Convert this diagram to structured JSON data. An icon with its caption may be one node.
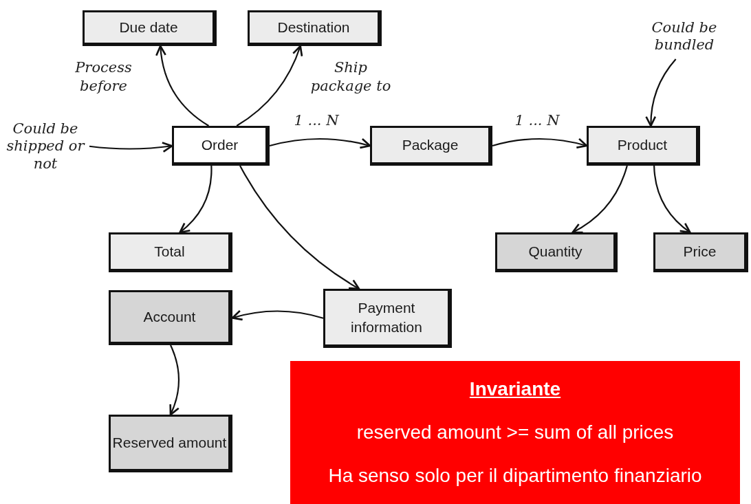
{
  "diagram": {
    "nodes": [
      {
        "text": [
          "Due date"
        ]
      },
      {
        "text": [
          "Destination"
        ]
      },
      {
        "text": [
          "Order"
        ]
      },
      {
        "text": [
          "Package"
        ]
      },
      {
        "text": [
          "Product"
        ]
      },
      {
        "text": [
          "Total"
        ]
      },
      {
        "text": [
          "Quantity"
        ]
      },
      {
        "text": [
          "Price"
        ]
      },
      {
        "text": [
          "Account"
        ]
      },
      {
        "text": [
          "Payment information"
        ]
      },
      {
        "text": [
          "Reserved amount"
        ]
      },
      {
        "text": [
          "Invariante",
          "reserved amount >= sum of all prices",
          "Ha senso solo per il dipartimento finanziario"
        ]
      },
      {
        "text": [
          "Could be shipped or not"
        ]
      },
      {
        "text": [
          "Could be bundled"
        ]
      }
    ],
    "edges": [
      {
        "from": 2,
        "to": 0,
        "arrow": "to",
        "label": "Process before"
      },
      {
        "from": 2,
        "to": 1,
        "arrow": "to",
        "label": "Ship package to"
      },
      {
        "from": 12,
        "to": 2,
        "arrow": "to"
      },
      {
        "from": 2,
        "to": 3,
        "arrow": "to",
        "label": "1 ... N"
      },
      {
        "from": 3,
        "to": 4,
        "arrow": "to",
        "label": "1 ... N"
      },
      {
        "from": 13,
        "to": 4,
        "arrow": "to"
      },
      {
        "from": 2,
        "to": 5,
        "arrow": "to"
      },
      {
        "from": 2,
        "to": 9,
        "arrow": "to"
      },
      {
        "from": 4,
        "to": 6,
        "arrow": "to"
      },
      {
        "from": 4,
        "to": 7,
        "arrow": "to"
      },
      {
        "from": 9,
        "to": 8,
        "arrow": "to"
      },
      {
        "from": 8,
        "to": 10,
        "arrow": "to"
      }
    ]
  }
}
